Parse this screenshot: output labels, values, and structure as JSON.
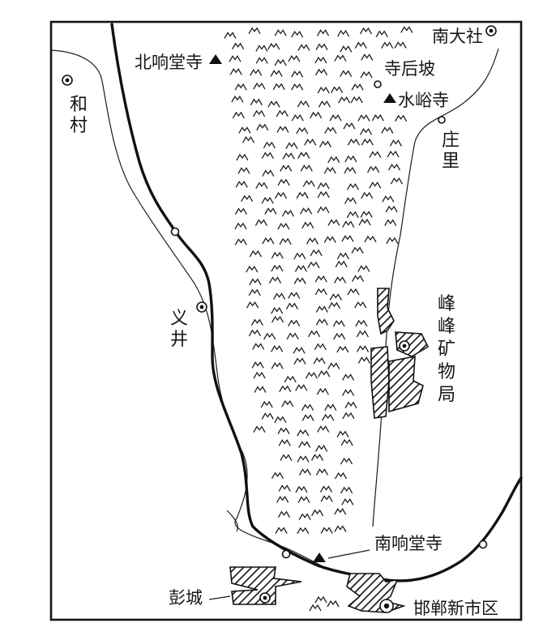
{
  "labels": {
    "nan_da_she": "南大社",
    "bei_xiang_tang_si": "北响堂寺",
    "si_hou_po": "寺后坡",
    "shui_yu_si": "水峪寺",
    "he_cun": "和村",
    "zhuang_li": "庄里",
    "yi_jing": "义井",
    "feng_feng_kuang_wu_ju": "峰峰矿物局",
    "nan_xiang_tang_si": "南响堂寺",
    "peng_cheng": "彭城",
    "handan_xin_shi_qu": "邯郸新市区"
  },
  "legend_symbols": {
    "town": "double-circle",
    "village": "small-circle",
    "temple": "filled-triangle",
    "railway": "thick-line",
    "mountains": "peak-marks",
    "built_area": "hatched-area"
  }
}
